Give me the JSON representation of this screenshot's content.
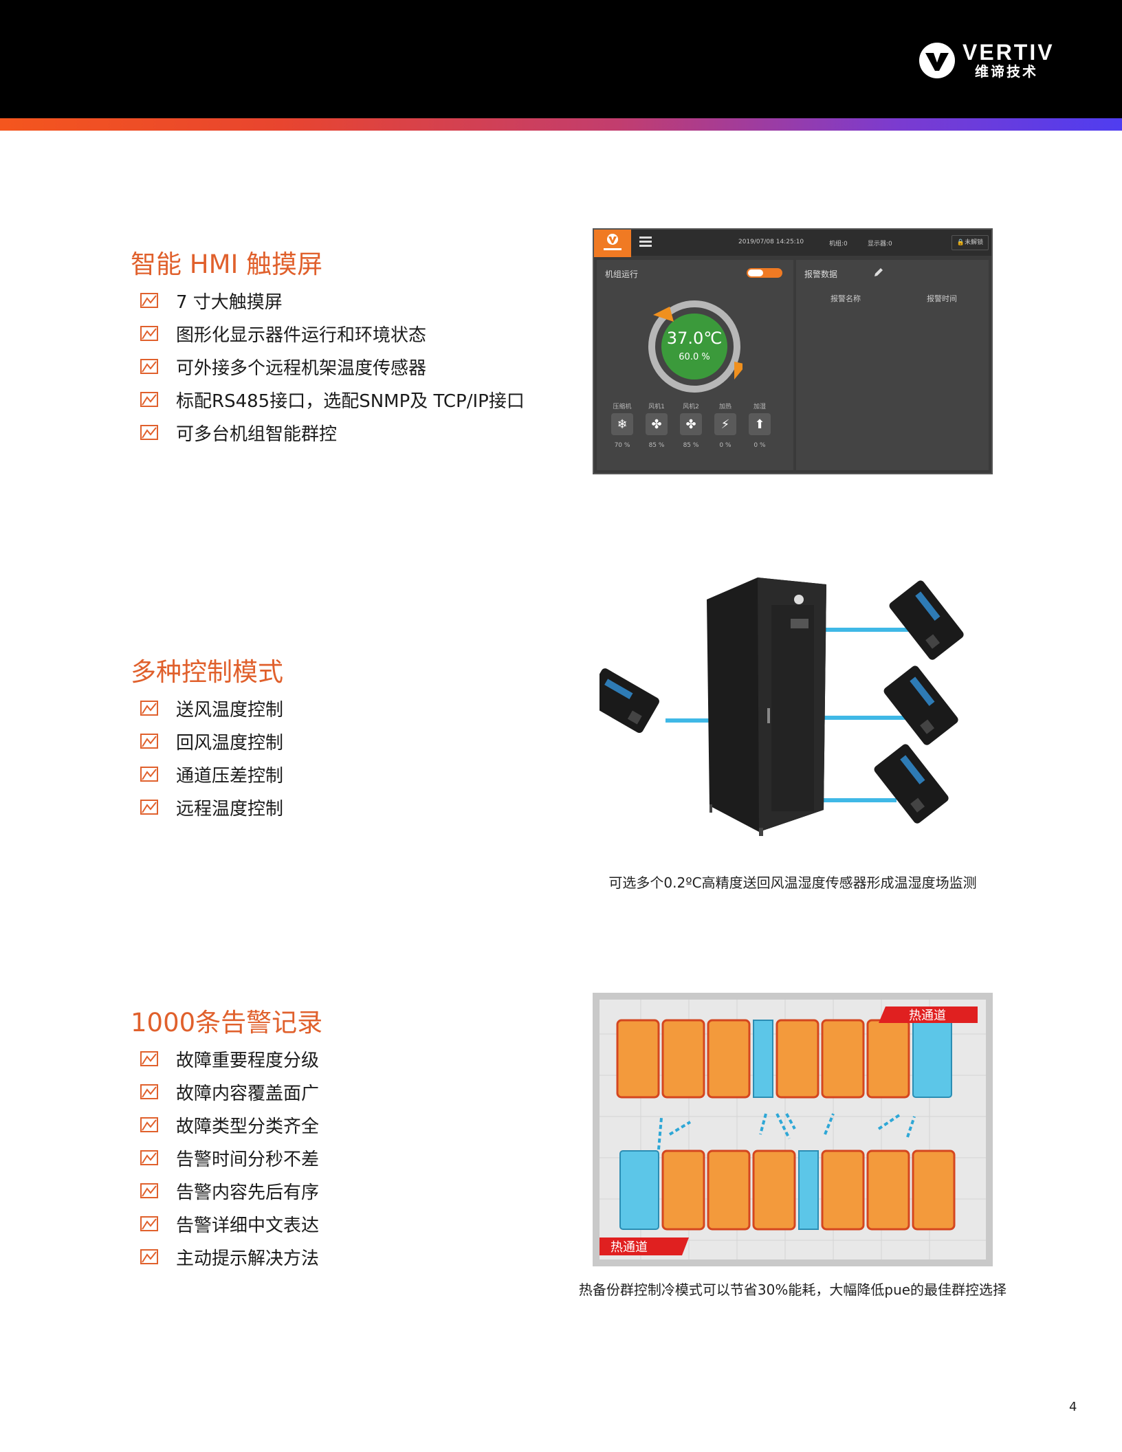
{
  "header": {
    "logo_en": "VERTIV",
    "logo_cn": "维谛技术",
    "logo_icon": "vertiv-v-logo"
  },
  "sections": [
    {
      "title": "智能 HMI 触摸屏",
      "items": [
        "7 寸大触摸屏",
        "图形化显示器件运行和环境状态",
        "可外接多个远程机架温度传感器",
        "标配RS485接口，选配SNMP及 TCP/IP接口",
        "可多台机组智能群控"
      ]
    },
    {
      "title": "多种控制模式",
      "items": [
        "送风温度控制",
        "回风温度控制",
        "通道压差控制",
        "远程温度控制"
      ]
    },
    {
      "title": "1000条告警记录",
      "items": [
        "故障重要程度分级",
        "故障内容覆盖面广",
        "故障类型分类齐全",
        "告警时间分秒不差",
        "告警内容先后有序",
        "告警详细中文表达",
        "主动提示解决方法"
      ]
    }
  ],
  "hmi": {
    "datetime": "2019/07/08 14:25:10",
    "status1": "机组:0",
    "status2": "显示器:0",
    "lock": "未解锁",
    "left_title": "机组运行",
    "temperature": "37.0℃",
    "humidity": "60.0 %",
    "right_title": "报警数据",
    "col_name": "报警名称",
    "col_time": "报警时间",
    "devices": [
      {
        "label": "压缩机",
        "value": "70 %",
        "icon": "snowflake-icon"
      },
      {
        "label": "风机1",
        "value": "85 %",
        "icon": "fan-icon"
      },
      {
        "label": "风机2",
        "value": "85 %",
        "icon": "fan-icon"
      },
      {
        "label": "加热",
        "value": "0 %",
        "icon": "lightning-icon"
      },
      {
        "label": "加湿",
        "value": "0 %",
        "icon": "humidifier-icon"
      }
    ]
  },
  "figure2": {
    "caption": "可选多个0.2ºC高精度送回风温湿度传感器形成温湿度场监测"
  },
  "figure3": {
    "hot_aisle_label": "热通道",
    "caption": "热备份群控制冷模式可以节省30%能耗，大幅降低pue的最佳群控选择"
  },
  "page_number": "4",
  "colors": {
    "accent": "#e0602c",
    "header_bg": "#000000",
    "cable": "#3fb8e6",
    "hot": "#f39a3c",
    "cold": "#5cc6e8"
  }
}
